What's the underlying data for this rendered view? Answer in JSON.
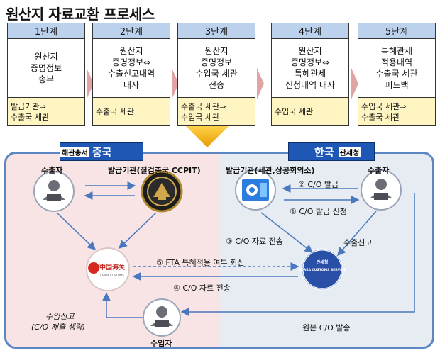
{
  "title": "원산지 자료교환 프로세스",
  "steps": [
    {
      "head": "1단계",
      "body": [
        "원산지",
        "증명정보",
        "송부"
      ],
      "foot": [
        "발급기관⇒",
        "수출국 세관"
      ]
    },
    {
      "head": "2단계",
      "body": [
        "원산지",
        "증명정보⇔",
        "수출신고내역",
        "대사"
      ],
      "foot": [
        "수출국 세관"
      ]
    },
    {
      "head": "3단계",
      "body": [
        "원산지",
        "증명정보",
        "수입국 세관",
        "전송"
      ],
      "foot": [
        "수출국 세관⇒",
        "수입국 세관"
      ]
    },
    {
      "head": "4단계",
      "body": [
        "원산지",
        "증명정보⇔",
        "특혜관세",
        "신청내역 대사"
      ],
      "foot": [
        "수입국 세관"
      ]
    },
    {
      "head": "5단계",
      "body": [
        "특혜관세",
        "적용내역",
        "수출국 세관",
        "피드백"
      ],
      "foot": [
        "수입국 세관⇒",
        "수출국 세관"
      ]
    }
  ],
  "countries": {
    "china": {
      "name": "중국",
      "agency": "해관총서"
    },
    "korea": {
      "name": "한국",
      "agency": "관세청"
    }
  },
  "nodes": {
    "cn_exporter": "수출자",
    "cn_issuer": "발급기관(질검총국 CCPIT)",
    "kr_issuer": "발급기관(세관,상공회의소)",
    "kr_exporter": "수출자",
    "importer": "수입자"
  },
  "logos": {
    "china_customs": "中国海关",
    "china_customs_en": "CHINA CUSTOMS",
    "korea_customs_top": "관세청",
    "korea_customs": "KOREA CUSTOMS SERVICE"
  },
  "edges": {
    "co_issue": "② C/O 발급",
    "co_request": "① C/O 발급 신청",
    "co_transfer_kr": "③ C/O 자료 전송",
    "export_decl": "수출신고",
    "fta_reply": "⑤ FTA 특혜적용 여부 회신",
    "co_transfer_cn": "④ C/O 자료 전송",
    "import_decl": "수입신고",
    "co_omit": "(C/O 제출 생략)",
    "original_ship": "원본 C/O 발송"
  },
  "colors": {
    "step_head": "#bcd1ec",
    "step_foot": "#fff5c2",
    "frame_border": "#5b88c5",
    "country_label": "#1f57b5",
    "china_bg": "#f8e4e4",
    "korea_bg": "#e7ecf3",
    "arrow_blue": "#4a78be",
    "arrow_gold": "#f0a800"
  }
}
